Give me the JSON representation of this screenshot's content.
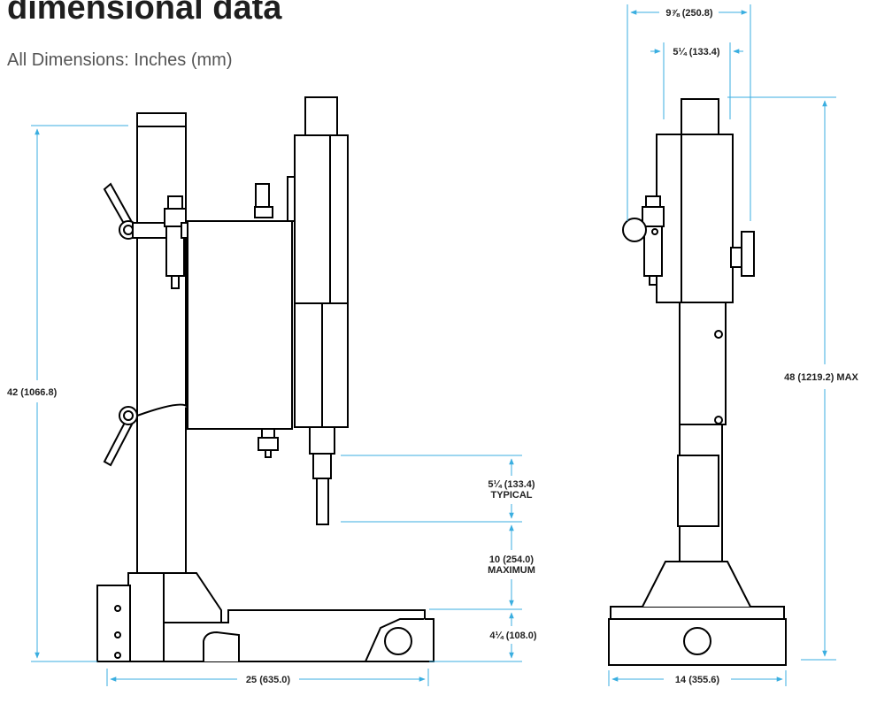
{
  "header": {
    "title": "dimensional data",
    "subtitle": "All Dimensions: Inches (mm)"
  },
  "colors": {
    "dimension_line": "#3aaee0",
    "outline": "#000000",
    "text": "#222222"
  },
  "front_view": {
    "height": "42 (1066.8)",
    "base_width": "25 (635.0)",
    "horn_length": "5¼ (133.4)",
    "horn_note": "TYPICAL",
    "stroke": "10 (254.0)",
    "stroke_note": "MAXIMUM",
    "base_height": "4¼ (108.0)"
  },
  "side_view": {
    "top_width": "9⅞ (250.8)",
    "head_width": "5¼ (133.4)",
    "height": "48 (1219.2) MAX",
    "base_width": "14 (355.6)"
  }
}
